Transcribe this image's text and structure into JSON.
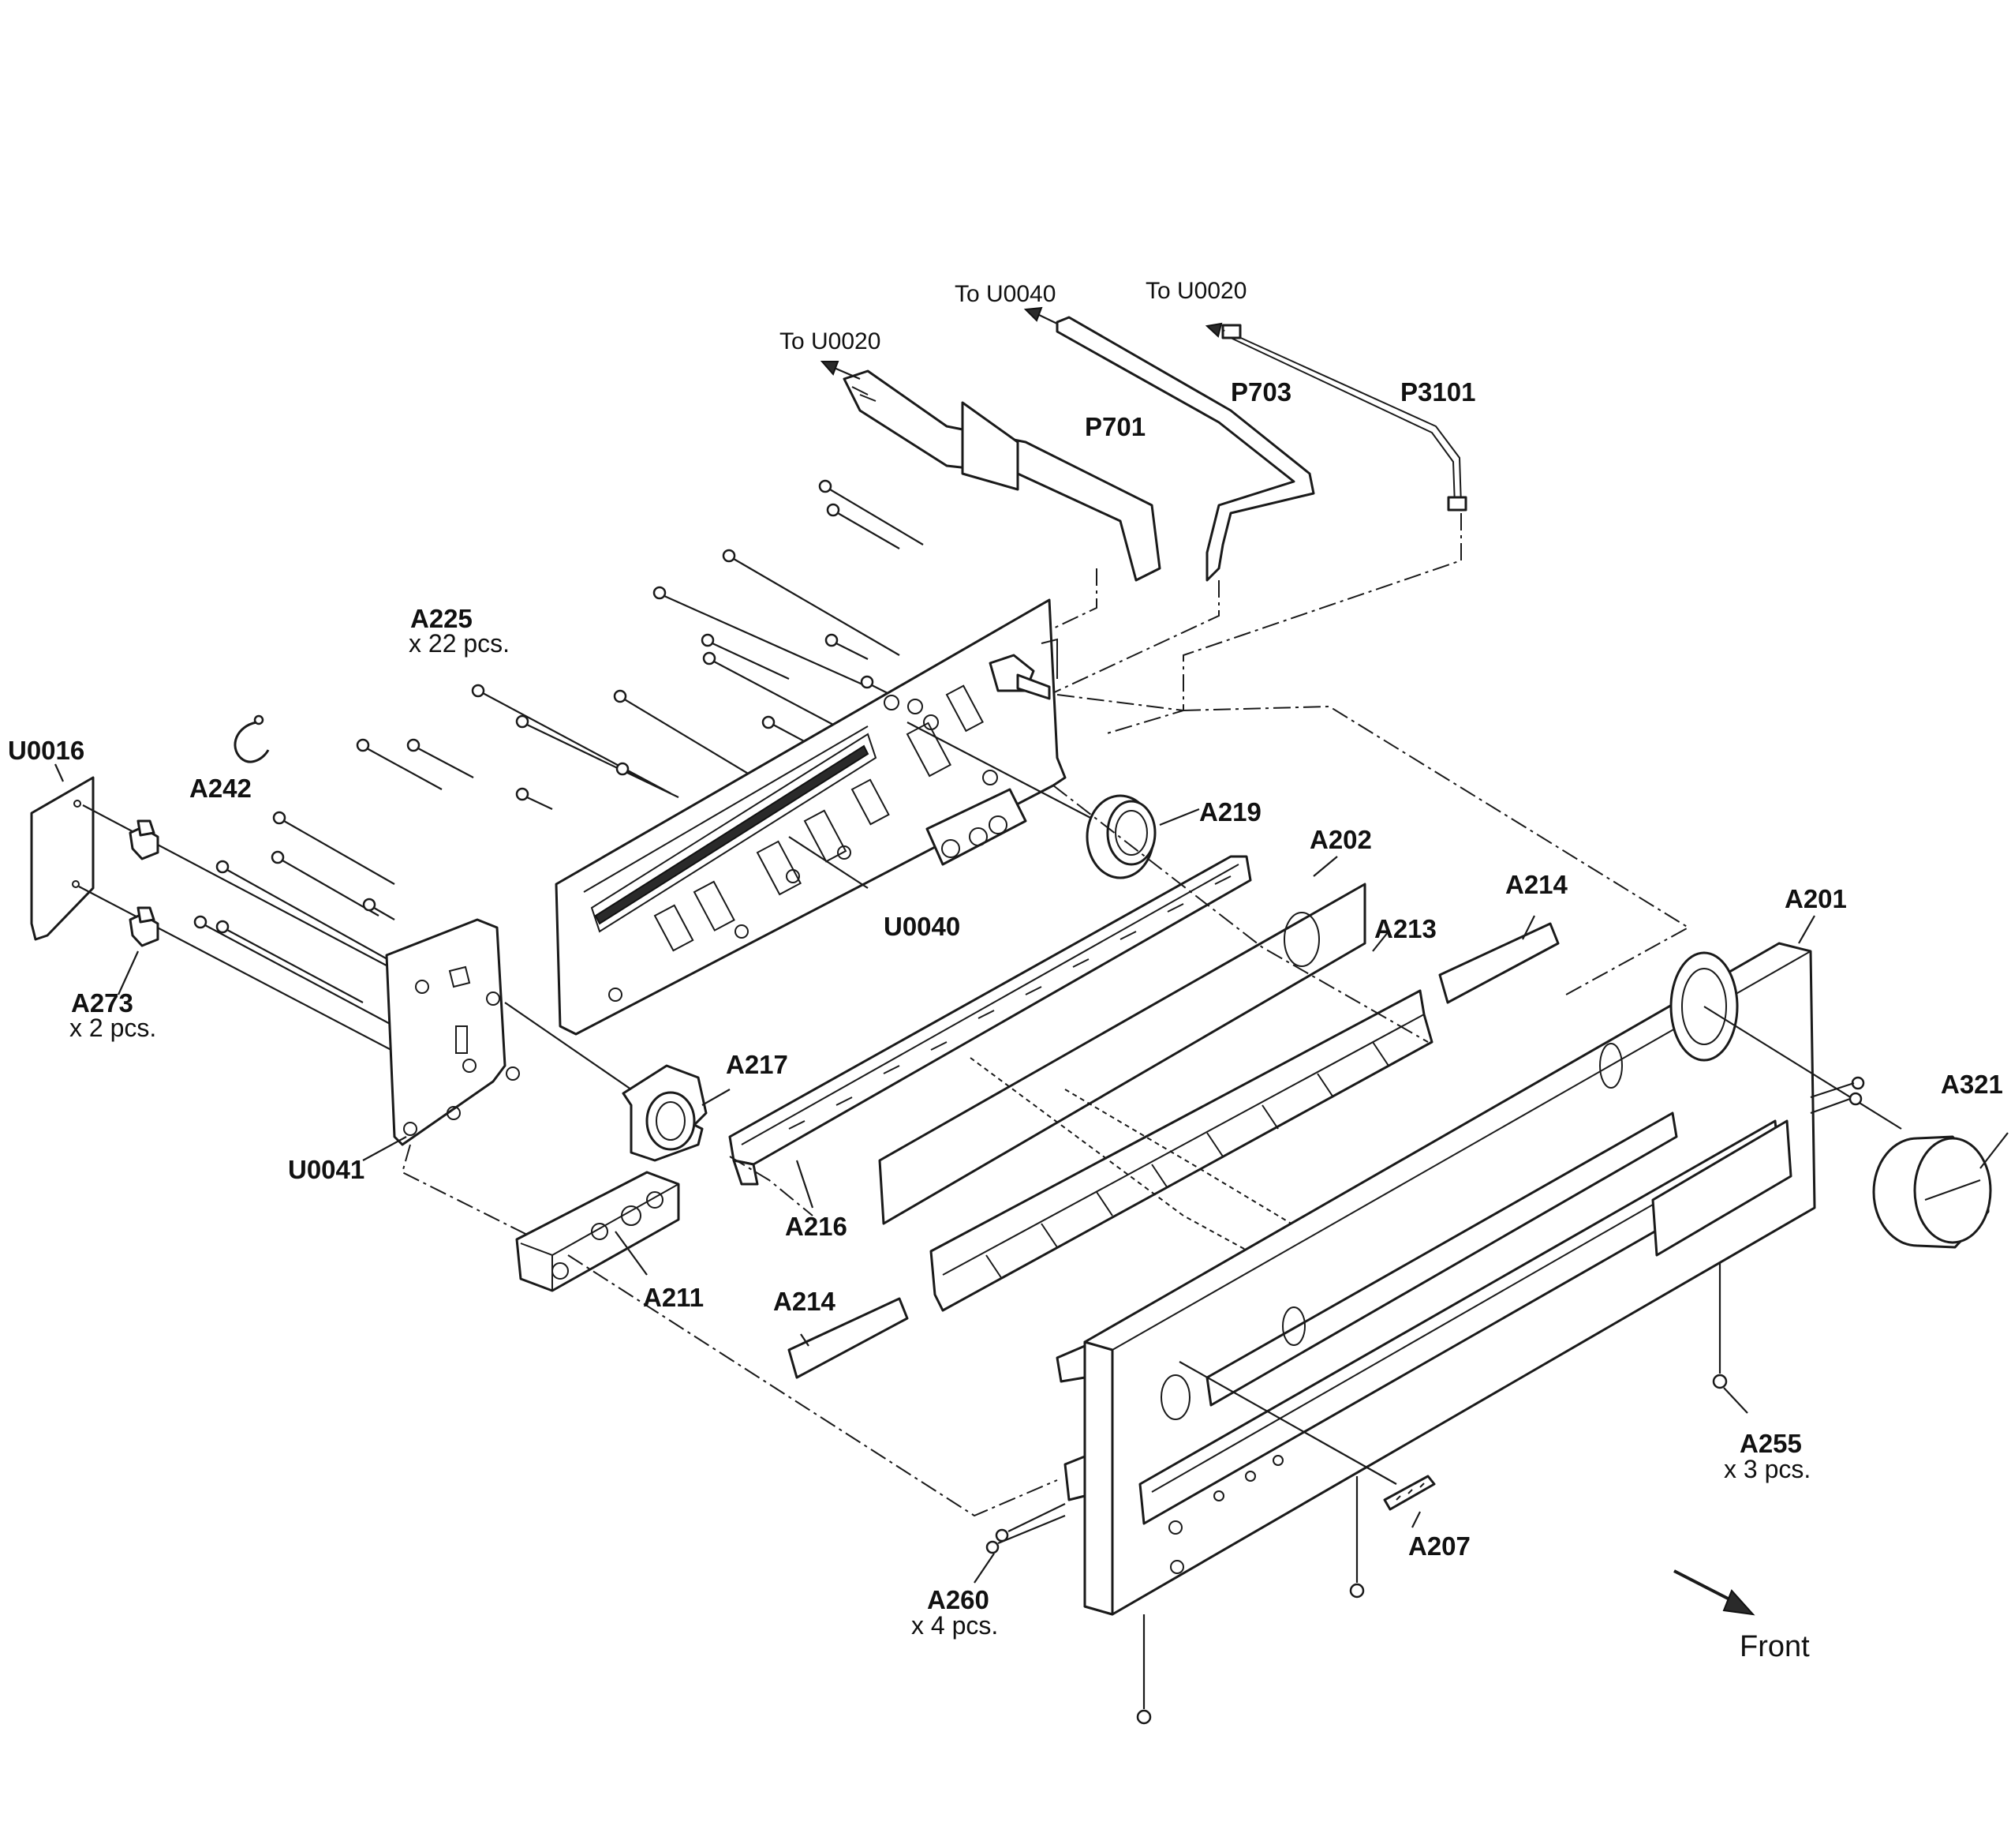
{
  "labels": {
    "to_u0020_a": "To U0020",
    "to_u0040": "To U0040",
    "to_u0020_b": "To U0020",
    "p701": "P701",
    "p703": "P703",
    "p3101": "P3101",
    "a225": "A225",
    "a225_qty": "x 22 pcs.",
    "u0016": "U0016",
    "a242": "A242",
    "a219": "A219",
    "a202": "A202",
    "a214_top": "A214",
    "a201": "A201",
    "a213": "A213",
    "u0040": "U0040",
    "a273": "A273",
    "a273_qty": "x 2 pcs.",
    "a217": "A217",
    "a321": "A321",
    "u0041": "U0041",
    "a216": "A216",
    "a211": "A211",
    "a214_bottom": "A214",
    "a255": "A255",
    "a255_qty": "x 3 pcs.",
    "a207": "A207",
    "a260": "A260",
    "a260_qty": "x 4 pcs.",
    "front": "Front"
  },
  "colors": {
    "line": "#1a1a1a",
    "background": "#ffffff"
  }
}
